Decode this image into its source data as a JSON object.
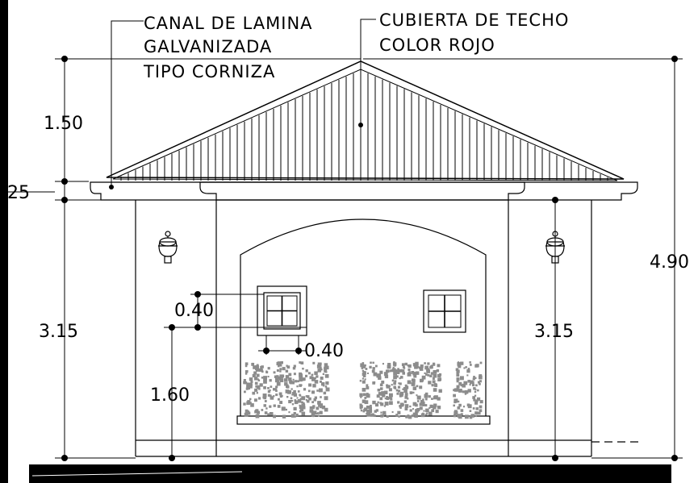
{
  "annotations": {
    "gutter_line1": "CANAL DE LAMINA",
    "gutter_line2": "GALVANIZADA",
    "gutter_line3": "TIPO CORNIZA",
    "roof_line1": "CUBIERTA DE TECHO",
    "roof_line2": "COLOR ROJO"
  },
  "dimensions": {
    "roof_height": "1.50",
    "cornice_height": ".25",
    "wall_height_left": "3.15",
    "total_height": "4.90",
    "wall_height_right": "3.15",
    "window_height": "0.40",
    "window_width": "0.40",
    "sill_height": "1.60"
  },
  "colors": {
    "line": "#000000",
    "shrub": "#8c8c8c",
    "ground": "#000000"
  }
}
